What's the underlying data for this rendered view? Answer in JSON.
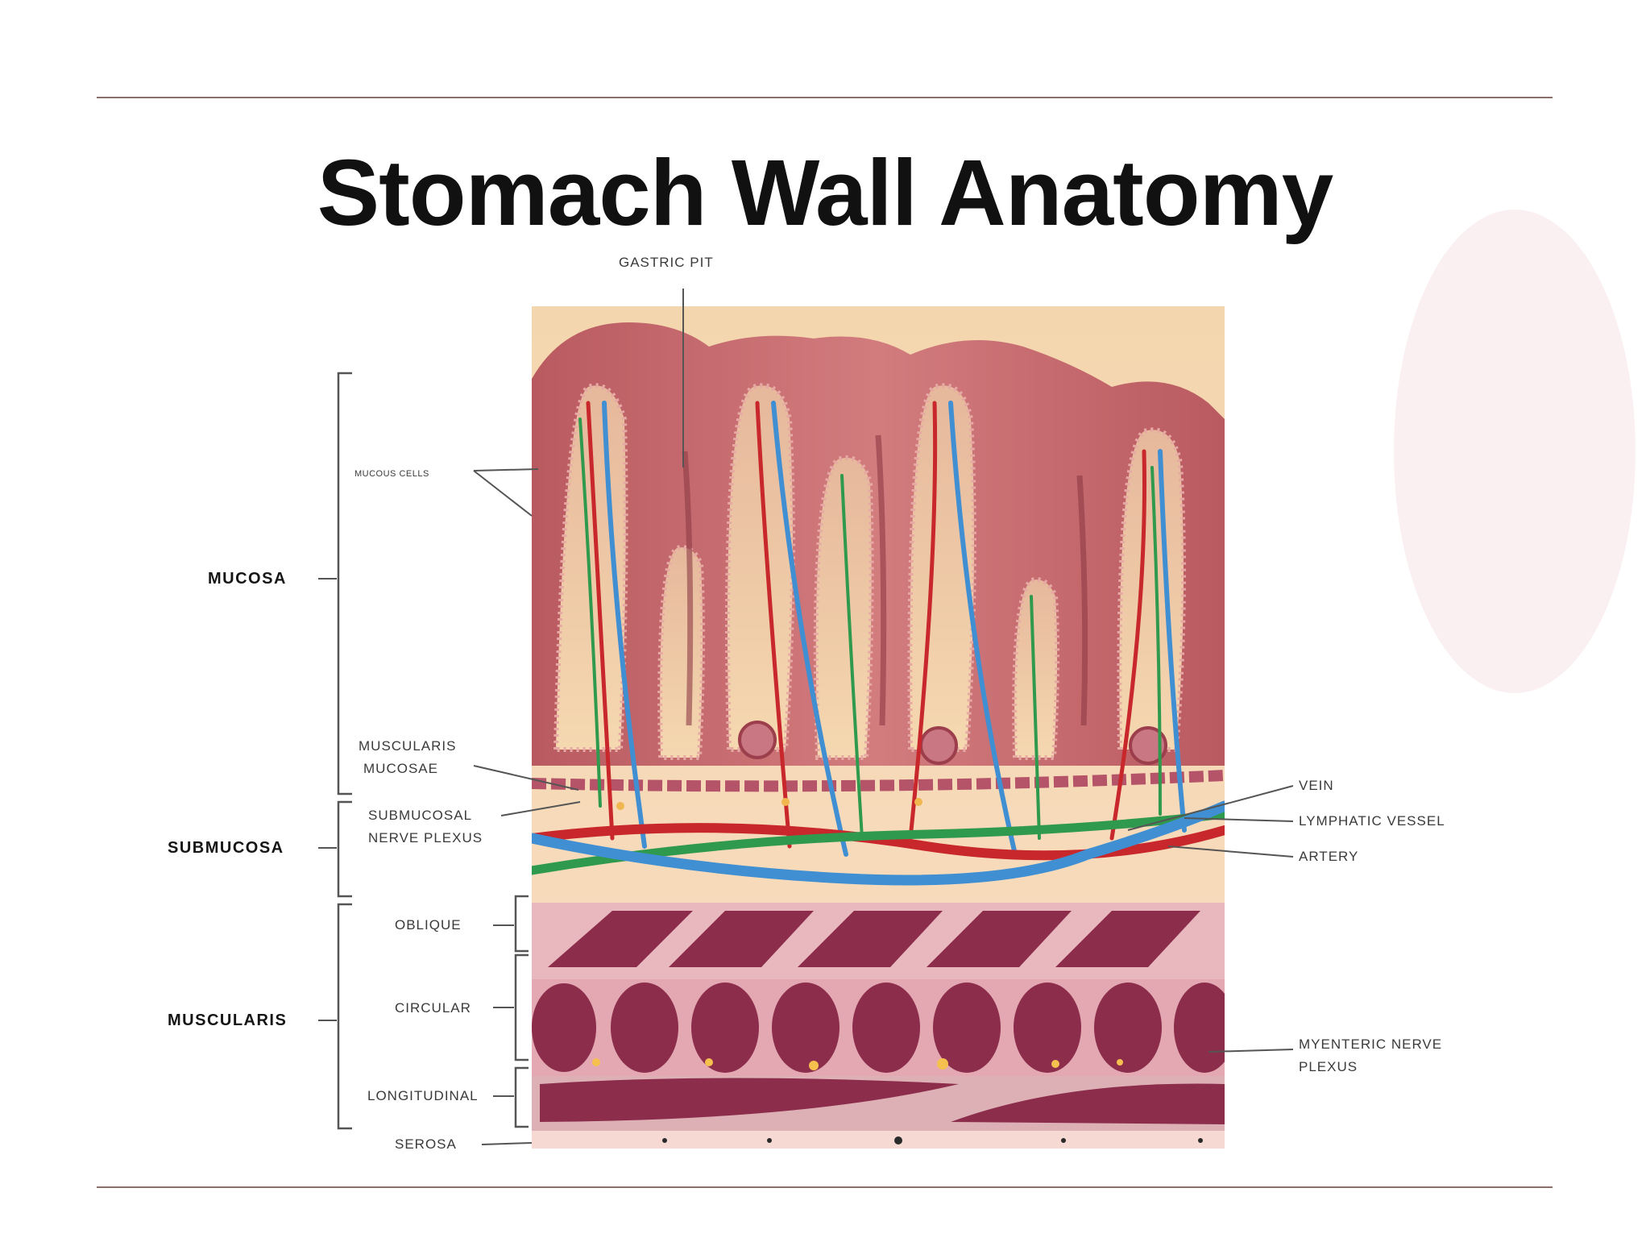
{
  "title": "Stomach Wall Anatomy",
  "labels": {
    "gastric_pit": "GASTRIC PIT",
    "mucous_cells": "MUCOUS CELLS",
    "mucosa": "MUCOSA",
    "muscularis_mucosae_1": "MUSCULARIS",
    "muscularis_mucosae_2": "MUCOSAE",
    "submucosal_plexus_1": "SUBMUCOSAL",
    "submucosal_plexus_2": "NERVE PLEXUS",
    "submucosa": "SUBMUCOSA",
    "oblique": "OBLIQUE",
    "circular": "CIRCULAR",
    "muscularis": "MUSCULARIS",
    "longitudinal": "LONGITUDINAL",
    "serosa": "SEROSA",
    "vein": "VEIN",
    "lymphatic_vessel": "LYMPHATIC VESSEL",
    "artery": "ARTERY",
    "myenteric_plexus_1": "MYENTERIC NERVE",
    "myenteric_plexus_2": "PLEXUS"
  },
  "colors": {
    "mucosa": "#c96f72",
    "lamina": "#f3d2a8",
    "muscle_dark": "#8c2d4c",
    "muscle_bg": "#d79aa5",
    "artery": "#c8272b",
    "vein": "#3f8fd2",
    "lymph": "#2f9a4d"
  }
}
